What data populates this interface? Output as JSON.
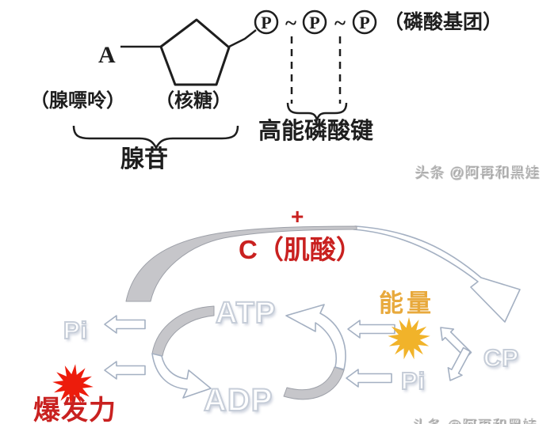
{
  "colors": {
    "ink": "#1e1e1e",
    "red": "#c92120",
    "redBurst": "#ed1c0c",
    "gold": "#e8a93c",
    "goldBurst": "#f1b32a",
    "outline": "#c6cdd8",
    "arrow": "#a4b0c2",
    "ribbon": "#c6c6ca",
    "ribbonEdge": "#9da0a8",
    "wm": "#b4b4b4"
  },
  "atp_structure": {
    "adenine_symbol": "A",
    "adenine_label": "（腺嘌呤）",
    "ribose_label": "（核糖）",
    "adenosine_label": "腺苷",
    "phosphate_symbol": "P",
    "tilde": "~",
    "phosphate_group_label": "（磷酸基团）",
    "high_energy_bond_label": "高能磷酸键"
  },
  "watermark": {
    "text": "头条 @阿再和黑娃"
  },
  "cycle": {
    "plus": "+",
    "creatine_label": "C（肌酸）",
    "atp": "ATP",
    "adp": "ADP",
    "pi_left": "Pi",
    "pi_right": "Pi",
    "cp": "CP",
    "energy_label": "能量",
    "explosive_power_label": "爆发力"
  }
}
